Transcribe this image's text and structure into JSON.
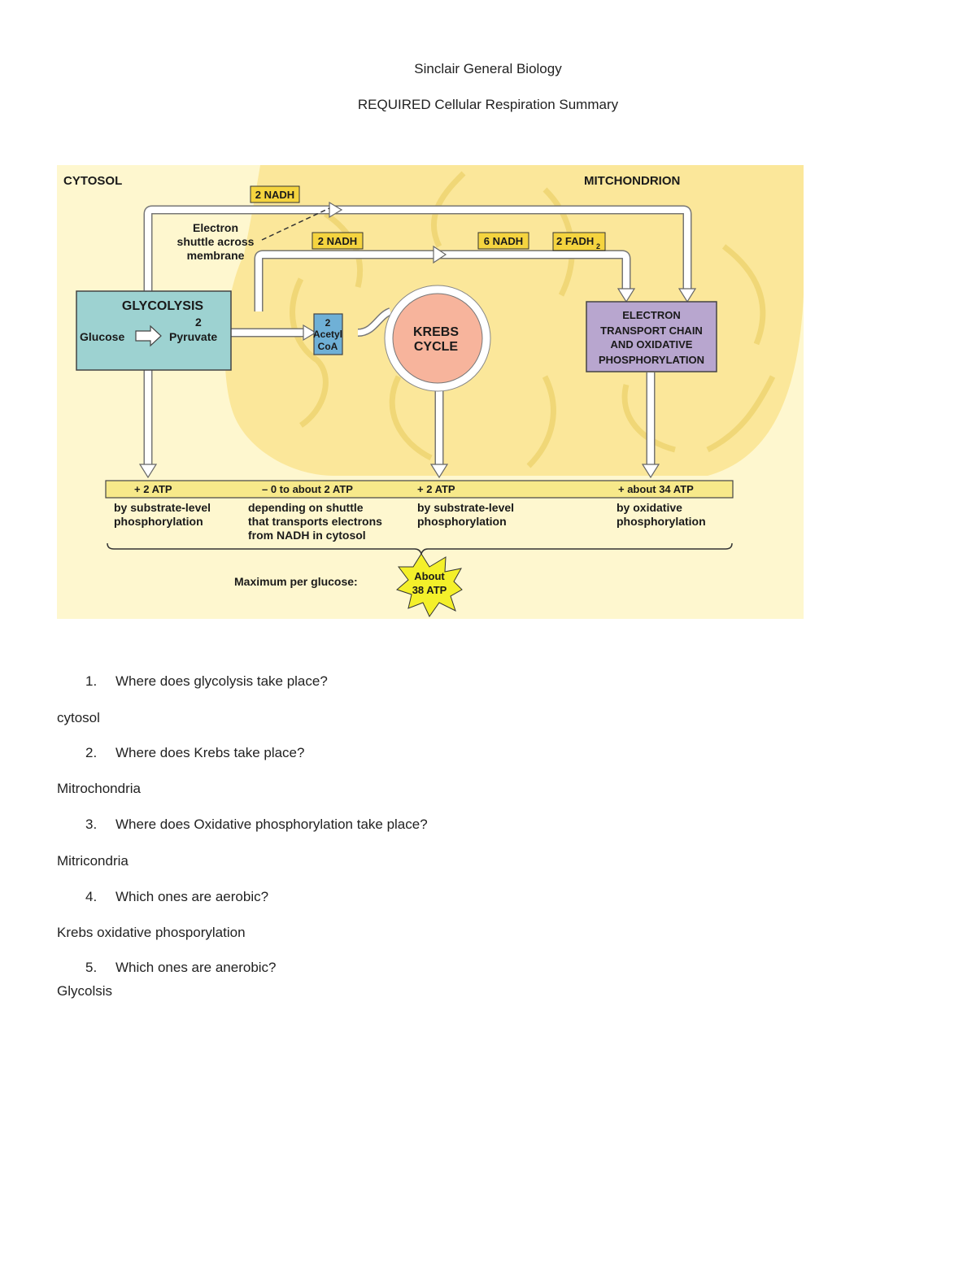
{
  "header": {
    "title": "Sinclair General Biology",
    "subtitle": "REQUIRED Cellular Respiration Summary"
  },
  "diagram": {
    "region_cytosol": "CYTOSOL",
    "region_mitochondrion": "MITCHONDRION",
    "nadh_shuttle": "2 NADH",
    "nadh_pyruvate": "2 NADH",
    "nadh_krebs": "6 NADH",
    "fadh2_label": "2 FADH",
    "fadh2_sub": "2",
    "shuttle_label": [
      "Electron",
      "shuttle across",
      "membrane"
    ],
    "glycolysis_title": "GLYCOLYSIS",
    "glucose": "Glucose",
    "pyruvate_num": "2",
    "pyruvate": "Pyruvate",
    "acetyl_coa": [
      "2",
      "Acetyl",
      "CoA"
    ],
    "krebs": [
      "KREBS",
      "CYCLE"
    ],
    "etc": [
      "ELECTRON",
      "TRANSPORT CHAIN",
      "AND OXIDATIVE",
      "PHOSPHORYLATION"
    ],
    "atp_yields": [
      "+ 2 ATP",
      "– 0 to about 2 ATP",
      "+ 2 ATP",
      "+ about 34 ATP"
    ],
    "atp_notes": [
      [
        "by substrate-level",
        "phosphorylation"
      ],
      [
        "depending on shuttle",
        "that transports electrons",
        "from NADH in cytosol"
      ],
      [
        "by substrate-level",
        "phosphorylation"
      ],
      [
        "by oxidative",
        "phosphorylation"
      ]
    ],
    "max_label": "Maximum per glucose:",
    "max_value": [
      "About",
      "38 ATP"
    ],
    "colors": {
      "background": "#fef7cf",
      "mitochondrion": "#fbe79a",
      "glycolysis_box": "#9dd2d1",
      "acetyl_box": "#6fb0d6",
      "krebs": "#f7b49c",
      "etc_box": "#b8a6cf",
      "label_box": "#f5d43f",
      "burst": "#f4f02a"
    }
  },
  "questions": [
    {
      "number": "1.",
      "question": "Where does glycolysis take place?",
      "answer": "cytosol"
    },
    {
      "number": "2.",
      "question": "Where does Krebs take place?",
      "answer": "Mitrochondria"
    },
    {
      "number": "3.",
      "question": "Where does Oxidative phosphorylation take place?",
      "answer": "Mitricondria"
    },
    {
      "number": "4.",
      "question": "Which ones are aerobic?",
      "answer": "Krebs oxidative phosporylation"
    },
    {
      "number": "5.",
      "question": "Which ones are anerobic?",
      "answer": "Glycolsis"
    }
  ]
}
